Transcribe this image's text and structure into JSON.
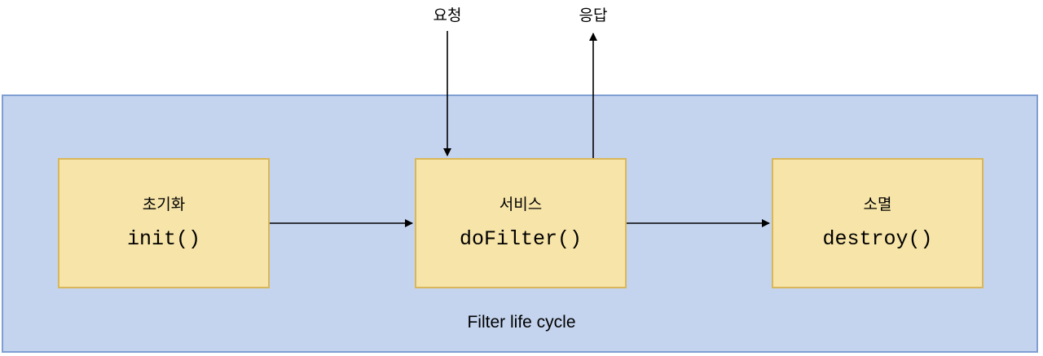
{
  "diagram": {
    "stages": [
      {
        "label": "초기화",
        "method": "init()"
      },
      {
        "label": "서비스",
        "method": "doFilter()"
      },
      {
        "label": "소멸",
        "method": "destroy()"
      }
    ],
    "request_label": "요청",
    "response_label": "응답",
    "caption": "Filter life cycle"
  },
  "colors": {
    "container_fill": "#c4d4ee",
    "container_border": "#7f9fd3",
    "stage_fill": "#f7e4a8",
    "stage_border": "#d8b65a",
    "arrow": "#000000"
  }
}
